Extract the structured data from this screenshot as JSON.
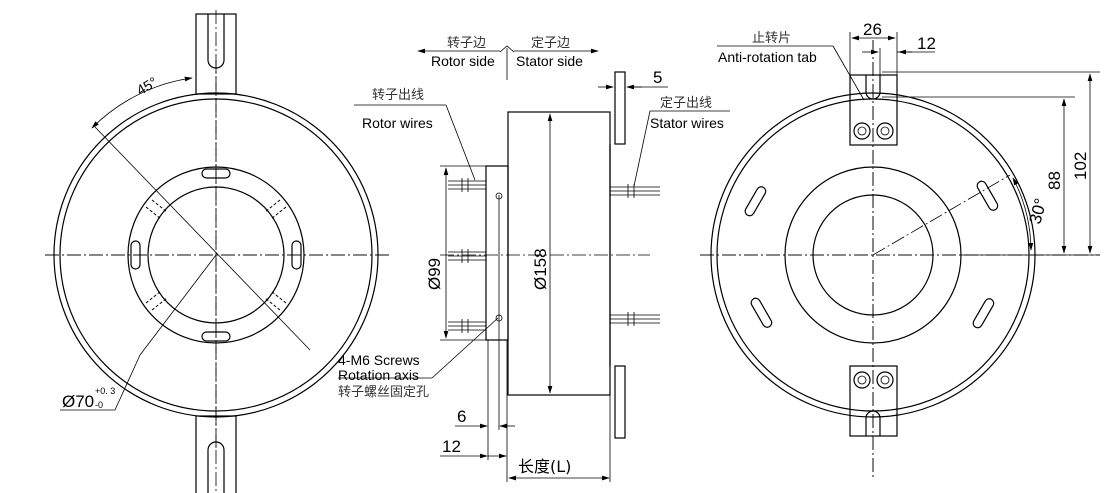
{
  "labels": {
    "rotor_side_cn": "转子边",
    "rotor_side": "Rotor side",
    "stator_side_cn": "定子边",
    "stator_side": "Stator side",
    "rotor_wires_cn": "转子出线",
    "rotor_wires": "Rotor wires",
    "stator_wires_cn": "定子出线",
    "stator_wires": "Stator wires",
    "screws": "4-M6 Screws",
    "rotation_axis": "Rotation axis",
    "screws_cn": "转子螺丝固定孔",
    "anti_rotation_cn": "止转片",
    "anti_rotation": "Anti-rotation tab",
    "length": "长度(L)"
  },
  "dimensions": {
    "angle_left": "45°",
    "bore": "Ø70",
    "bore_tol_upper": "+0. 3",
    "bore_tol_lower": "-0",
    "flange_thickness": "5",
    "rotor_dia": "Ø99",
    "body_dia": "Ø158",
    "dim_6": "6",
    "dim_12_side": "12",
    "tab_width": "26",
    "tab_slot": "12",
    "dim_88": "88",
    "dim_102": "102",
    "angle_right": "30°"
  }
}
